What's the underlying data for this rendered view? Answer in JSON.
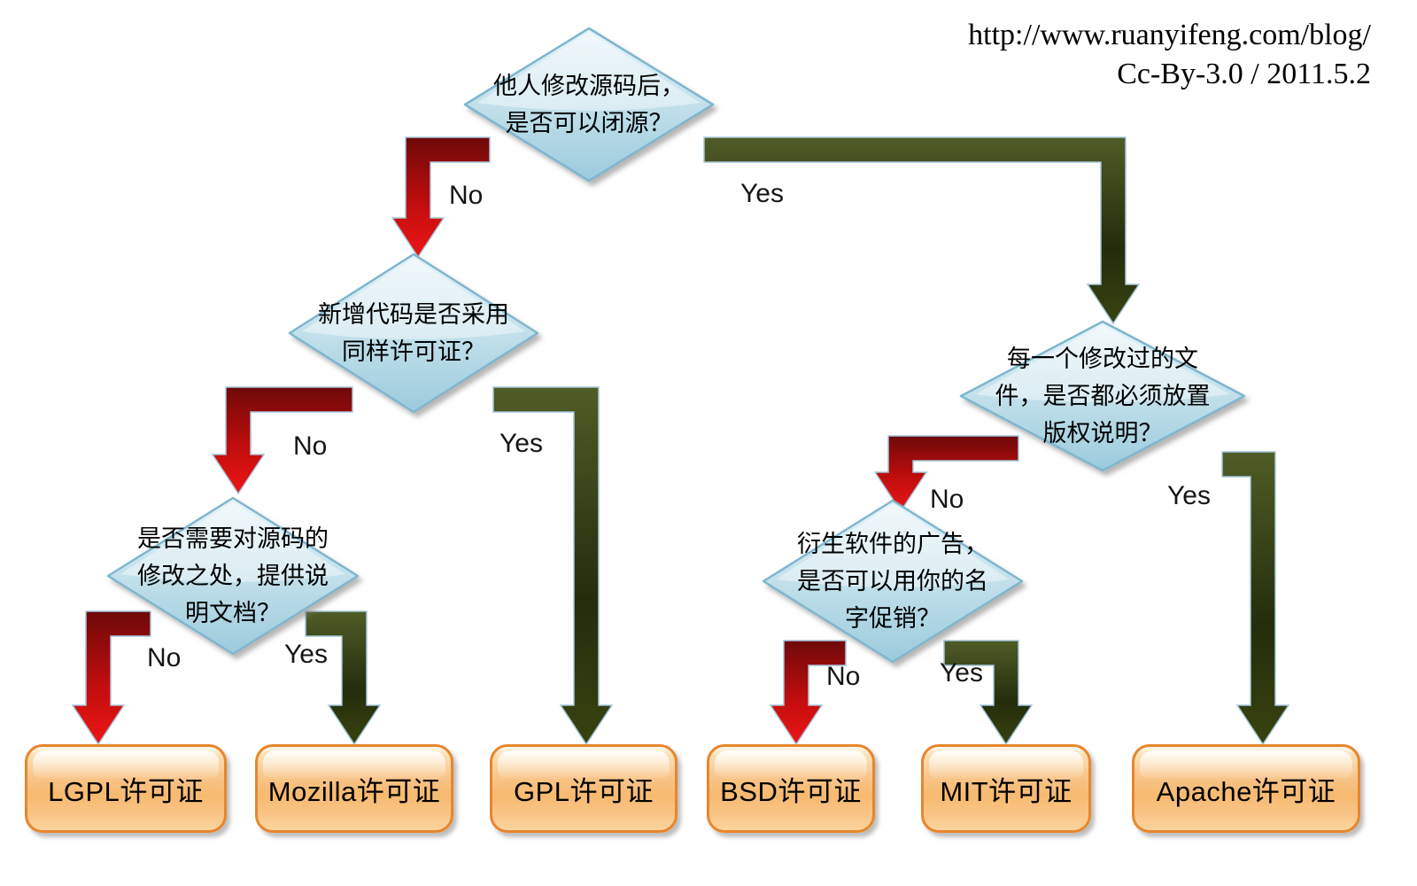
{
  "credit": {
    "line1": "http://www.ruanyifeng.com/blog/",
    "line2": "Cc-By-3.0 / 2011.5.2"
  },
  "questions": [
    {
      "id": "q1",
      "text": "他人修改源码后，\n是否可以闭源？"
    },
    {
      "id": "q2",
      "text": "新增代码是否采用\n同样许可证？"
    },
    {
      "id": "q3",
      "text": "是否需要对源码的\n修改之处，提供说\n明文档？"
    },
    {
      "id": "q4",
      "text": "每一个修改过的文\n件，是否都必须放置\n版权说明？"
    },
    {
      "id": "q5",
      "text": "衍生软件的广告，\n是否可以用你的名\n字促销？"
    }
  ],
  "licenses": [
    {
      "label": "LGPL许可证"
    },
    {
      "label": "Mozilla许可证"
    },
    {
      "label": "GPL许可证"
    },
    {
      "label": "BSD许可证"
    },
    {
      "label": "MIT许可证"
    },
    {
      "label": "Apache许可证"
    }
  ],
  "edges": [
    {
      "from": "q1",
      "to": "q2",
      "label": "No"
    },
    {
      "from": "q1",
      "to": "q4",
      "label": "Yes"
    },
    {
      "from": "q2",
      "to": "q3",
      "label": "No"
    },
    {
      "from": "q2",
      "to": "GPL许可证",
      "label": "Yes"
    },
    {
      "from": "q3",
      "to": "LGPL许可证",
      "label": "No"
    },
    {
      "from": "q3",
      "to": "Mozilla许可证",
      "label": "Yes"
    },
    {
      "from": "q4",
      "to": "q5",
      "label": "No"
    },
    {
      "from": "q4",
      "to": "Apache许可证",
      "label": "Yes"
    },
    {
      "from": "q5",
      "to": "BSD许可证",
      "label": "No"
    },
    {
      "from": "q5",
      "to": "MIT许可证",
      "label": "Yes"
    }
  ],
  "colors": {
    "no_arrow": "#cc1010",
    "yes_arrow": "#333d12",
    "diamond_fill": "#bcdcea",
    "diamond_border": "#7fb6cf",
    "license_fill": "#f8c588",
    "license_border": "#e8862c"
  }
}
